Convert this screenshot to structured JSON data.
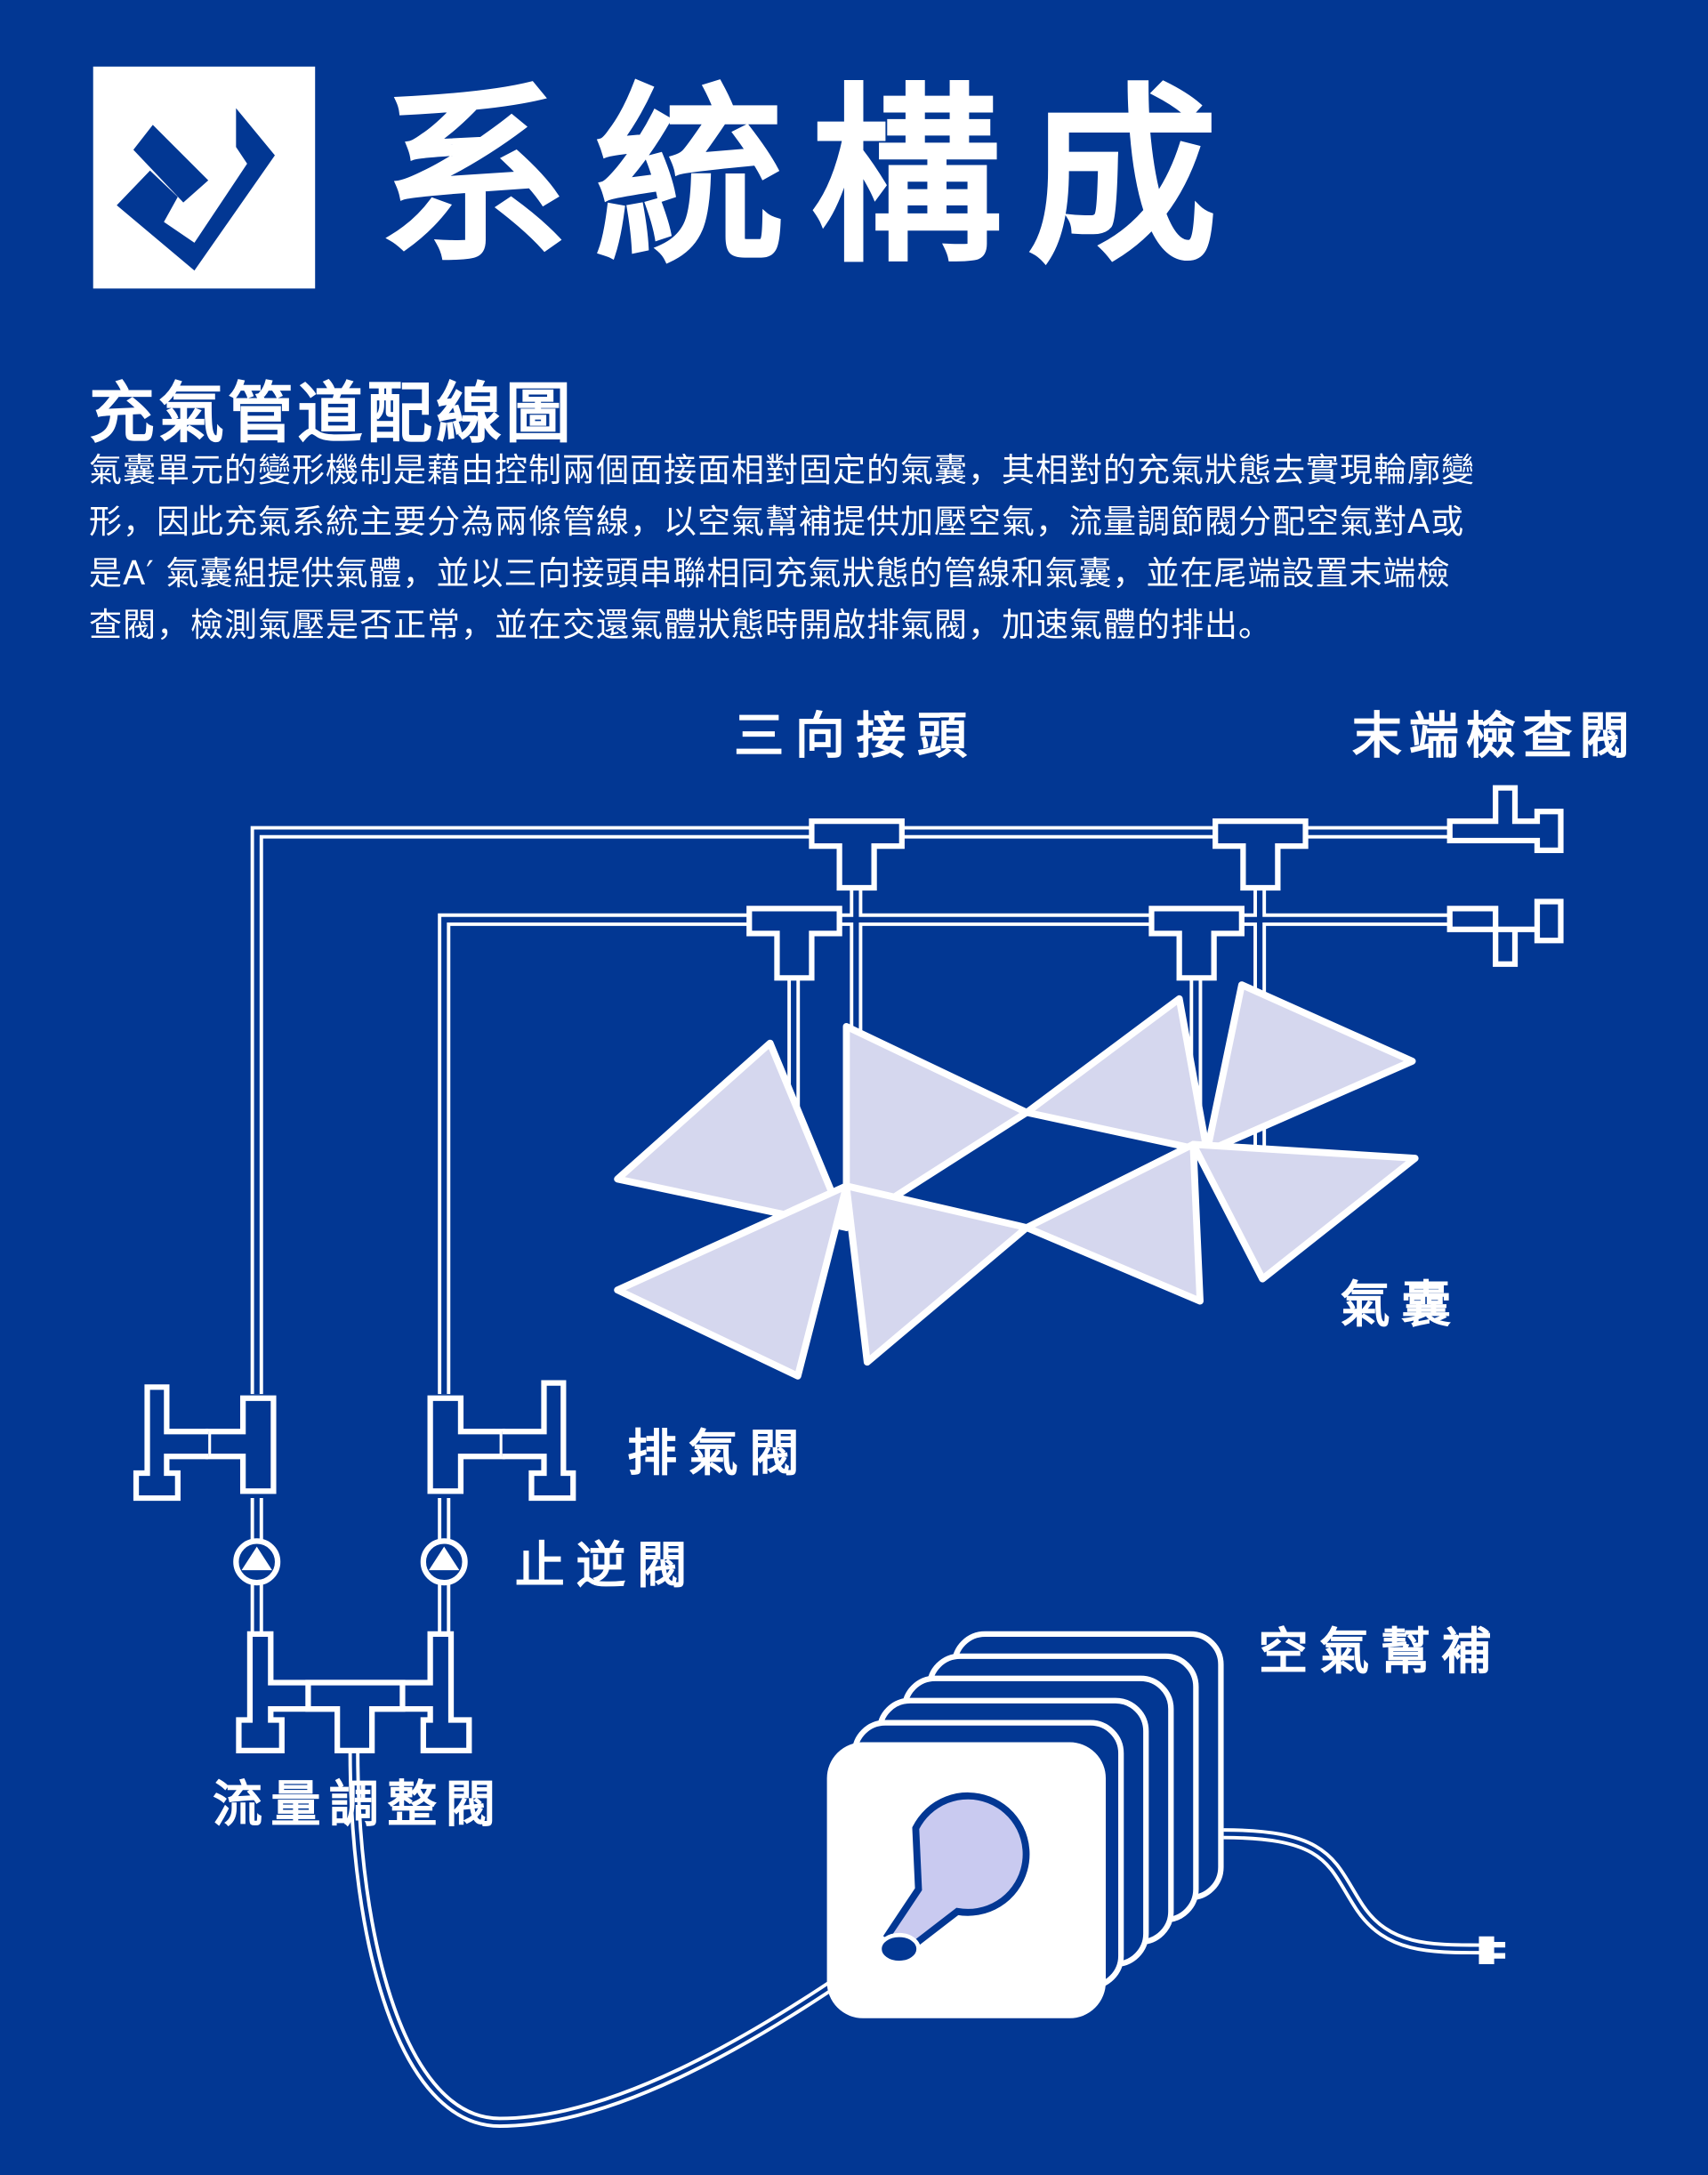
{
  "header": {
    "title": "系統構成",
    "icon": "check-y-logo-icon"
  },
  "section": {
    "title": "充氣管道配線圖",
    "paragraph": [
      "氣囊單元的變形機制是藉由控制兩個面接面相對固定的氣囊，其相對的充氣狀態去實現輪廓變",
      "形，因此充氣系統主要分為兩條管線，以空氣幫補提供加壓空氣，流量調節閥分配空氣對A或",
      "是A′ 氣囊組提供氣體，並以三向接頭串聯相同充氣狀態的管線和氣囊，並在尾端設置末端檢",
      "查閥，檢測氣壓是否正常，並在交還氣體狀態時開啟排氣閥，加速氣體的排出。"
    ]
  },
  "diagram": {
    "labels": {
      "tee": "三向接頭",
      "end_check": "末端檢查閥",
      "airbag": "氣囊",
      "exhaust": "排氣閥",
      "check_valve": "止逆閥",
      "pump": "空氣幫補",
      "flow_valve": "流量調整閥"
    }
  },
  "colors": {
    "background": "#023793",
    "line": "#ffffff",
    "airbag_fill": "#d5d7ee"
  }
}
